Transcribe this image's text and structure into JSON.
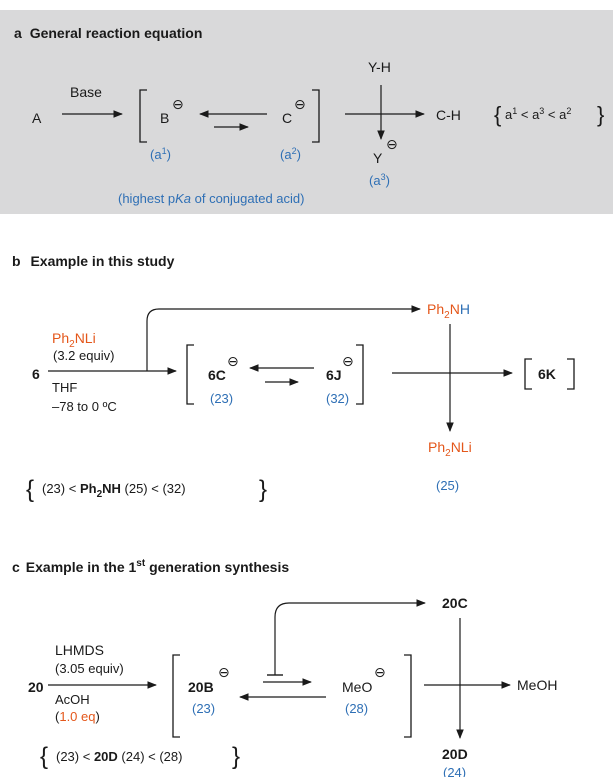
{
  "panel_a": {
    "letter": "a",
    "title": "General reaction equation",
    "reactant": "A",
    "base_label": "Base",
    "B": "B",
    "C": "C",
    "anion_symbol": "⊖",
    "a1_open": "(a",
    "a1_sup": "1",
    "a1_close": ")",
    "a2_open": "(a",
    "a2_sup": "2",
    "a2_close": ")",
    "a3_open": "(a",
    "a3_sup": "3",
    "a3_close": ")",
    "YH": "Y-H",
    "Y": "Y",
    "product": "C-H",
    "rel": {
      "a": "a",
      "s1": "1",
      "lt1": " < a",
      "s3": "3",
      "lt2": " < a",
      "s2": "2"
    },
    "note_pre": "(highest p",
    "note_ka": "Ka",
    "note_post": " of conjugated acid)"
  },
  "panel_b": {
    "letter": "b",
    "title": "Example in this study",
    "start": "6",
    "reagent_ph": "Ph",
    "reagent_sub": "2",
    "reagent_nli": "NLi",
    "equiv": "(3.2 equiv)",
    "solvent": "THF",
    "temp": "–78 to 0 ºC",
    "int1": "6C",
    "int1_pka": "(23)",
    "int2": "6J",
    "int2_pka": "(32)",
    "top_ph": "Ph",
    "top_sub": "2",
    "top_n": "N",
    "top_h": "H",
    "bottom_ph": "Ph",
    "bottom_sub": "2",
    "bottom_nli": "NLi",
    "bottom_pka": "(25)",
    "product": "6K",
    "rel_pre": "(23) < ",
    "rel_ph": "Ph",
    "rel_sub": "2",
    "rel_nh": "NH",
    "rel_post": " (25) < (32)"
  },
  "panel_c": {
    "letter": "c",
    "title_pre": "Example in the 1",
    "title_sup": "st",
    "title_post": " generation synthesis",
    "start": "20",
    "reagent": "LHMDS",
    "equiv": "(3.05 equiv)",
    "acid": "AcOH",
    "acid_open": "(",
    "acid_eq": "1.0 eq",
    "acid_close": ")",
    "int1": "20B",
    "int1_pka": "(23)",
    "int2": "MeO",
    "int2_pka": "(28)",
    "top": "20C",
    "bottom": "20D",
    "bottom_pka": "(24)",
    "product": "MeOH",
    "rel_pre": "(23) < ",
    "rel_bold": "20D",
    "rel_post": " (24) < (28)"
  },
  "colors": {
    "panel_a_bg": "#d9d9da",
    "blue": "#2e6fb5",
    "orange": "#e4571b",
    "text": "#1a1a1a"
  }
}
